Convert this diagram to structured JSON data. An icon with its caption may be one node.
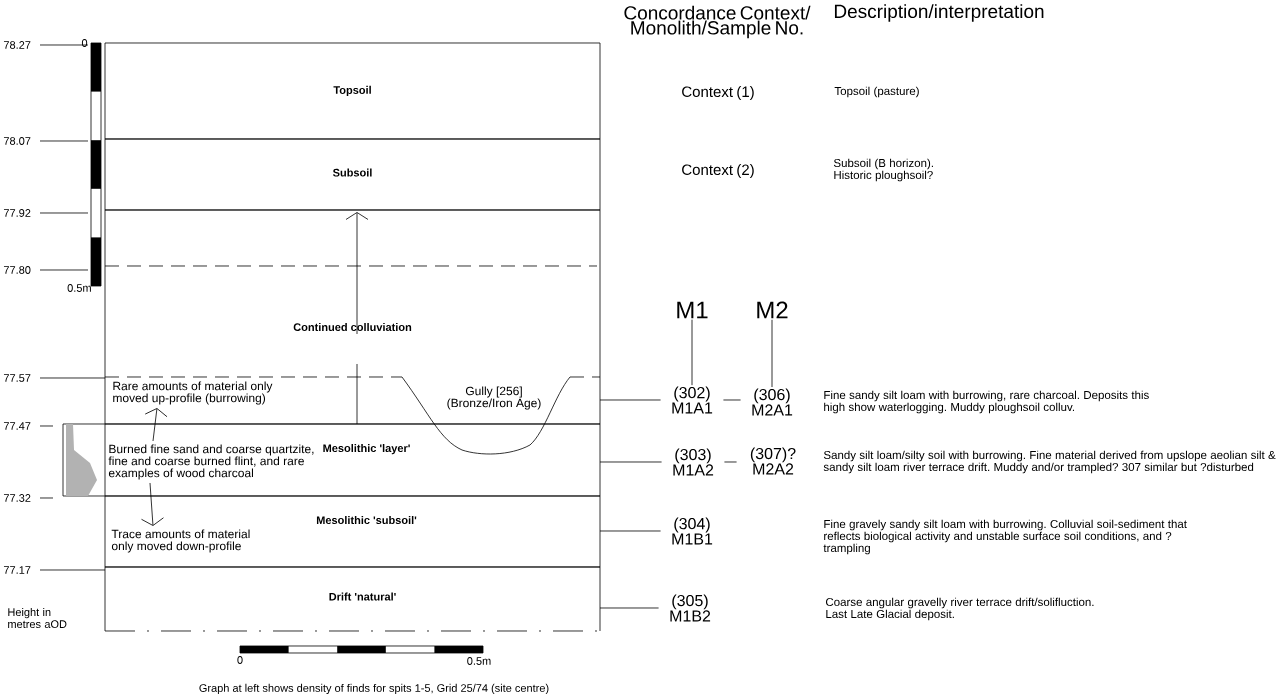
{
  "diagram": {
    "caption": "Graph at left shows density of finds for spits 1-5, Grid 25/74 (site centre)",
    "nodes": [
      {
        "text": [
          "Topsoil"
        ]
      },
      {
        "text": [
          "Subsoil"
        ]
      },
      {
        "text": [
          "Continued colluviation"
        ]
      },
      {
        "text": [
          "Mesolithic 'layer'"
        ]
      },
      {
        "text": [
          "Mesolithic 'subsoil'"
        ]
      },
      {
        "text": [
          "Drift 'natural'"
        ]
      },
      {
        "text": [
          "Gully [256] (Bronze/Iron Age)"
        ]
      },
      {
        "text": [
          "Rare amounts of material only moved up-profile (burrowing)"
        ],
        "in": 2
      },
      {
        "text": [
          "Burned fine sand and coarse quartzite, fine and coarse burned flint, and rare examples of wood charcoal"
        ],
        "in": 3
      },
      {
        "text": [
          "Trace amounts of material only moved down-profile"
        ],
        "in": 4
      },
      {
        "text": [
          "M1"
        ]
      },
      {
        "text": [
          "M2"
        ]
      },
      {
        "text": [
          "(302)",
          "M1A1"
        ]
      },
      {
        "text": [
          "(306)",
          "M2A1"
        ]
      },
      {
        "text": [
          "(303)",
          "M1A2"
        ]
      },
      {
        "text": [
          "(307)?",
          "M2A2"
        ]
      },
      {
        "text": [
          "(304)",
          "M1B1"
        ]
      },
      {
        "text": [
          "(305)",
          "M1B2"
        ]
      }
    ],
    "edges": [
      {
        "from": 10,
        "to": 12,
        "arrow": "none"
      },
      {
        "from": 11,
        "to": 13,
        "arrow": "none"
      },
      {
        "from": 2,
        "to": 12,
        "arrow": "none"
      },
      {
        "from": 12,
        "to": 13,
        "arrow": "none"
      },
      {
        "from": 3,
        "to": 14,
        "arrow": "none"
      },
      {
        "from": 14,
        "to": 15,
        "arrow": "none"
      },
      {
        "from": 4,
        "to": 16,
        "arrow": "none"
      },
      {
        "from": 5,
        "to": 17,
        "arrow": "none"
      },
      {
        "from": 8,
        "to": 7,
        "arrow": "to"
      },
      {
        "from": 8,
        "to": 9,
        "arrow": "to"
      }
    ],
    "labels": [
      "Concordance Context/ Monolith/Sample No.",
      "Description/interpretation",
      "78.27",
      "0",
      "Context (1)",
      "Topsoil (pasture)",
      "78.07",
      "Context (2)",
      "Subsoil (B horizon). Historic ploughsoil?",
      "77.92",
      "77.80",
      "0.5m",
      "77.57",
      "Fine sandy silt loam with burrowing, rare charcoal. Deposits this high show waterlogging. Muddy ploughsoil colluv.",
      "77.47",
      "Sandy silt loam/silty soil with burrowing. Fine material derived from upslope aeolian silt & sandy silt loam river terrace drift. Muddy and/or trampled? 307 similar but ?disturbed",
      "77.32",
      "Fine gravely sandy silt loam with burrowing. Colluvial soil-sediment that reflects biological activity and unstable surface soil conditions, and ? trampling",
      "77.17",
      "Height in metres aOD",
      "Coarse angular gravelly river terrace drift/solifluction. Last Late Glacial deposit.",
      "0",
      "0.5m"
    ]
  }
}
